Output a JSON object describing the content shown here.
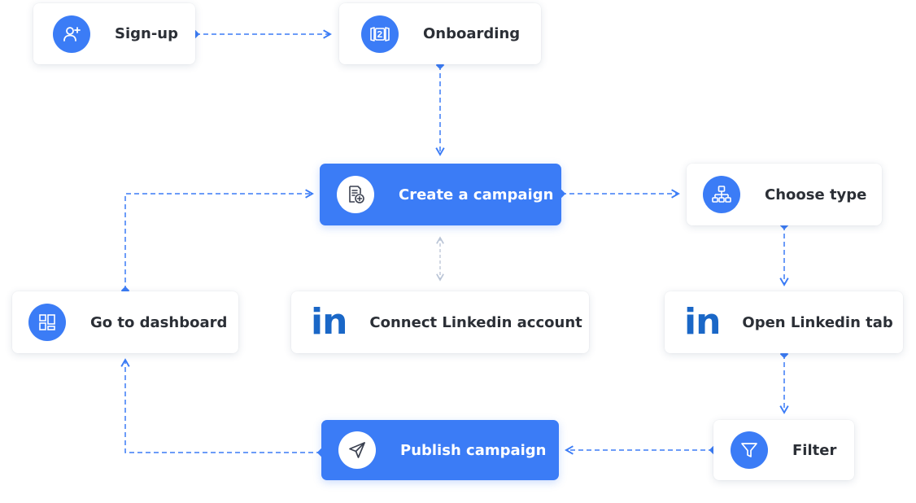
{
  "colors": {
    "accent": "#3b7cf6",
    "connector": "#3b7cf6",
    "connector_light": "#b9c4d6",
    "linkedin": "#1a67c7"
  },
  "nodes": {
    "signup": {
      "label": "Sign-up",
      "icon": "add-user-icon"
    },
    "onboarding": {
      "label": "Onboarding",
      "icon": "onboarding-icon"
    },
    "create_campaign": {
      "label": "Create a campaign",
      "icon": "document-add-icon"
    },
    "choose_type": {
      "label": "Choose type",
      "icon": "hierarchy-icon"
    },
    "connect_linkedin": {
      "label": "Connect Linkedin account",
      "icon": "linkedin-icon",
      "logo_text": "in"
    },
    "open_linkedin": {
      "label": "Open Linkedin tab",
      "icon": "linkedin-icon",
      "logo_text": "in"
    },
    "go_dashboard": {
      "label": "Go to dashboard",
      "icon": "dashboard-icon"
    },
    "filter": {
      "label": "Filter",
      "icon": "filter-icon"
    },
    "publish_campaign": {
      "label": "Publish campaign",
      "icon": "send-icon"
    }
  }
}
